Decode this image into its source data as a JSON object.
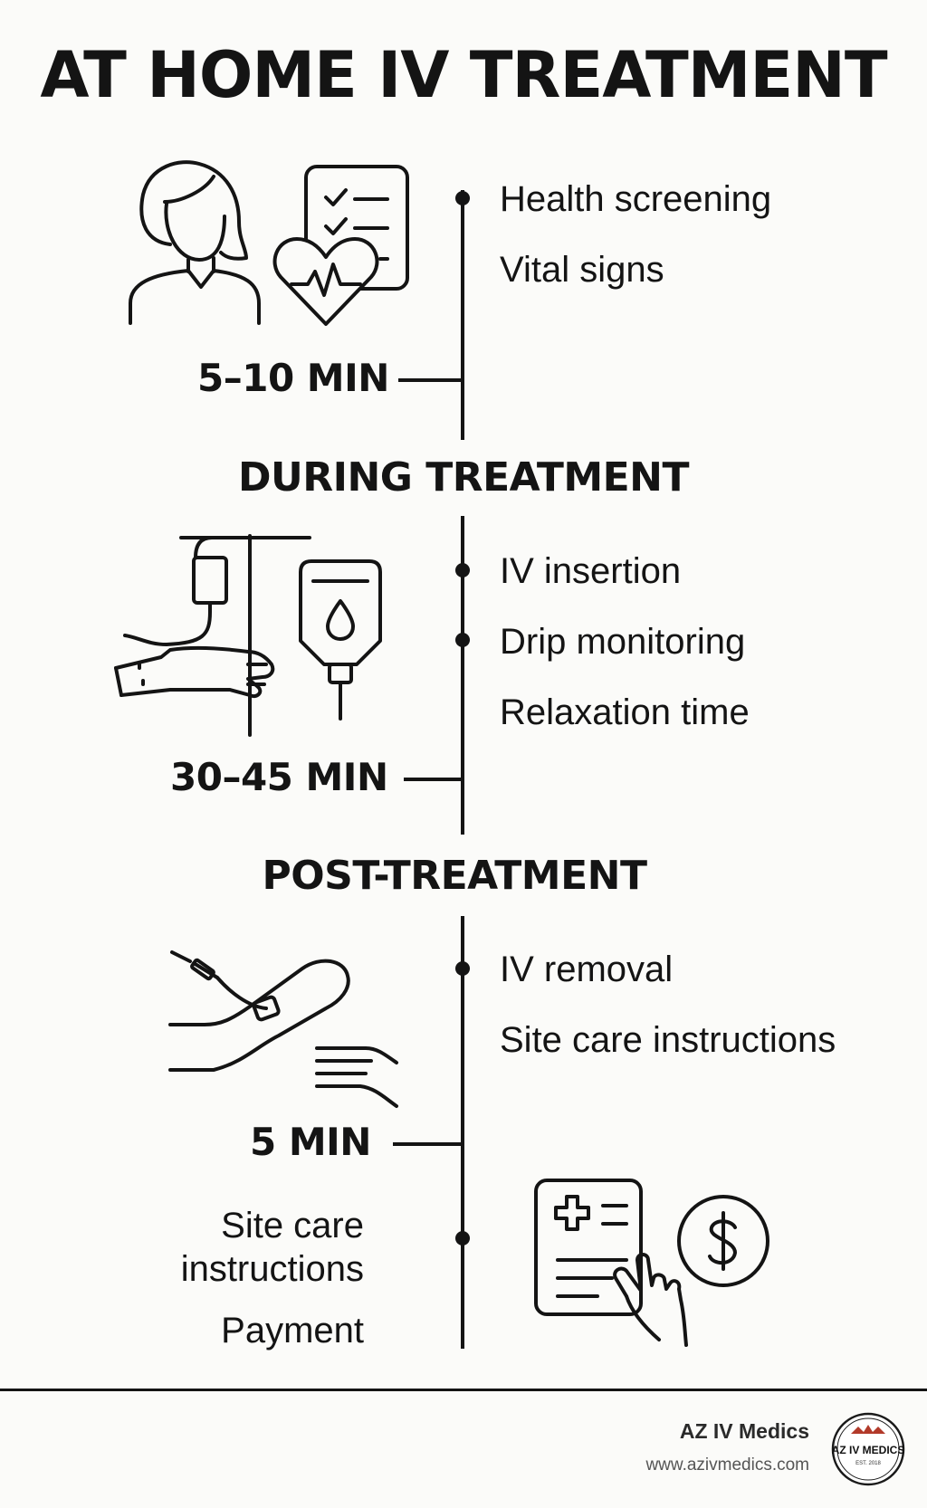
{
  "title": "AT HOME IV TREATMENT",
  "sections": [
    {
      "heading": "",
      "items": [
        "Health screening",
        "Vital signs"
      ],
      "duration": "5–10 MIN",
      "icon_names": [
        "patient-woman-icon",
        "checklist-heart-icon"
      ]
    },
    {
      "heading": "DURING TREATMENT",
      "items": [
        "IV insertion",
        "Drip monitoring",
        "Relaxation time"
      ],
      "duration": "30–45 MIN",
      "icon_names": [
        "iv-arm-drip-icon",
        "iv-bag-icon"
      ]
    },
    {
      "heading": "POST-TREATMENT",
      "items": [
        "IV removal",
        "Site care instructions"
      ],
      "duration": "5 MIN",
      "icon_names": [
        "iv-removal-arm-icon"
      ]
    }
  ],
  "closing": {
    "items": [
      "Site care instructions",
      "Payment"
    ],
    "icon_names": [
      "medical-form-tap-icon",
      "dollar-coin-icon"
    ]
  },
  "footer": {
    "brand": "AZ IV Medics",
    "url": "www.azivmedics.com",
    "logo_text": "AZ IV MEDICS",
    "logo_est": "EST. 2018"
  },
  "colors": {
    "ink": "#141414",
    "background": "#fbfbf9"
  }
}
